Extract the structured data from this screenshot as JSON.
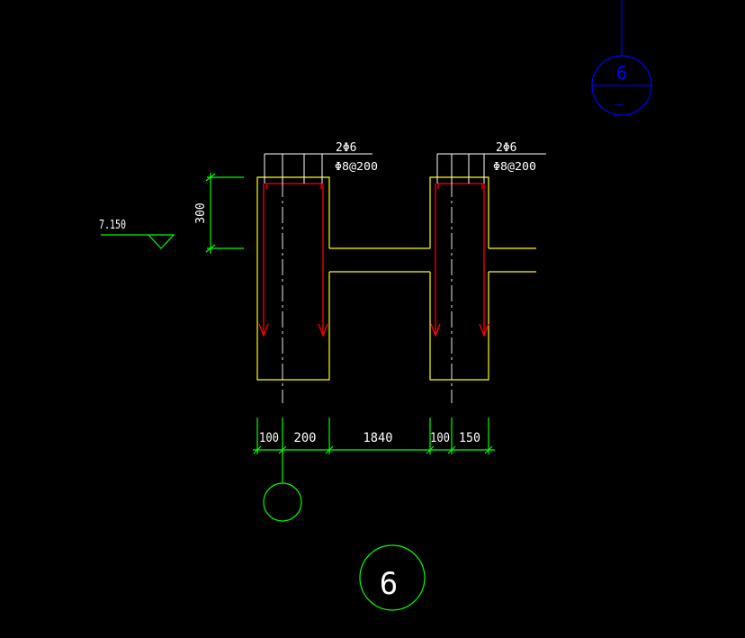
{
  "colors": {
    "background": "#000000",
    "outline": "#ffff00",
    "rebar": "#ff0000",
    "dimension": "#00ff00",
    "annotation": "#ffffff",
    "centerline": "#ffffff",
    "section_mark": "#0000ff"
  },
  "elevation": {
    "value": "7.150"
  },
  "vertical_dimension": {
    "value": "300"
  },
  "left_rebar_note": {
    "main": "2Φ6",
    "stirrup": "Φ8@200"
  },
  "right_rebar_note": {
    "main": "2Φ6",
    "stirrup": "Φ8@200"
  },
  "horizontal_dimensions": [
    {
      "value": "100"
    },
    {
      "value": "200"
    },
    {
      "value": "1840"
    },
    {
      "value": "100"
    },
    {
      "value": "150"
    }
  ],
  "section_mark": {
    "number": "6",
    "sub": "—"
  },
  "detail_label": {
    "number": "6"
  }
}
